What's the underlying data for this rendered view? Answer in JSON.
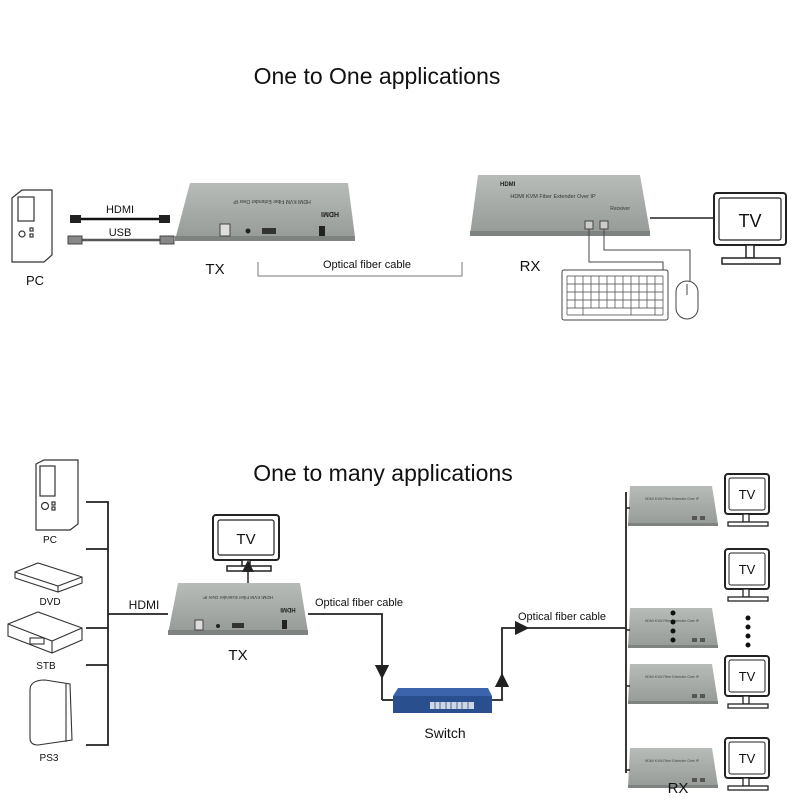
{
  "one_to_one": {
    "title": "One to  One  applications",
    "pc_label": "PC",
    "hdmi_label": "HDMI",
    "usb_label": "USB",
    "tx_label": "TX",
    "fiber_label": "Optical fiber cable",
    "rx_label": "RX",
    "tv_label": "TV"
  },
  "one_to_many": {
    "title": "One to many applications",
    "sources": [
      "PC",
      "DVD",
      "STB",
      "PS3"
    ],
    "hdmi_label": "HDMI",
    "tx_label": "TX",
    "tv_label": "TV",
    "fiber_label_left": "Optical fiber cable",
    "fiber_label_right": "Optical fiber cable",
    "switch_label": "Switch",
    "rx_label": "RX",
    "rx_tv_labels": [
      "TV",
      "TV",
      "TV",
      "TV"
    ]
  },
  "device_print": {
    "product": "HDMI KVM Fiber Extender Over IP",
    "receiver": "Receiver",
    "brand": "HDMI"
  },
  "colors": {
    "device_gray": "#a7aca8",
    "switch_blue": "#2a4f8f",
    "line": "#222222"
  }
}
